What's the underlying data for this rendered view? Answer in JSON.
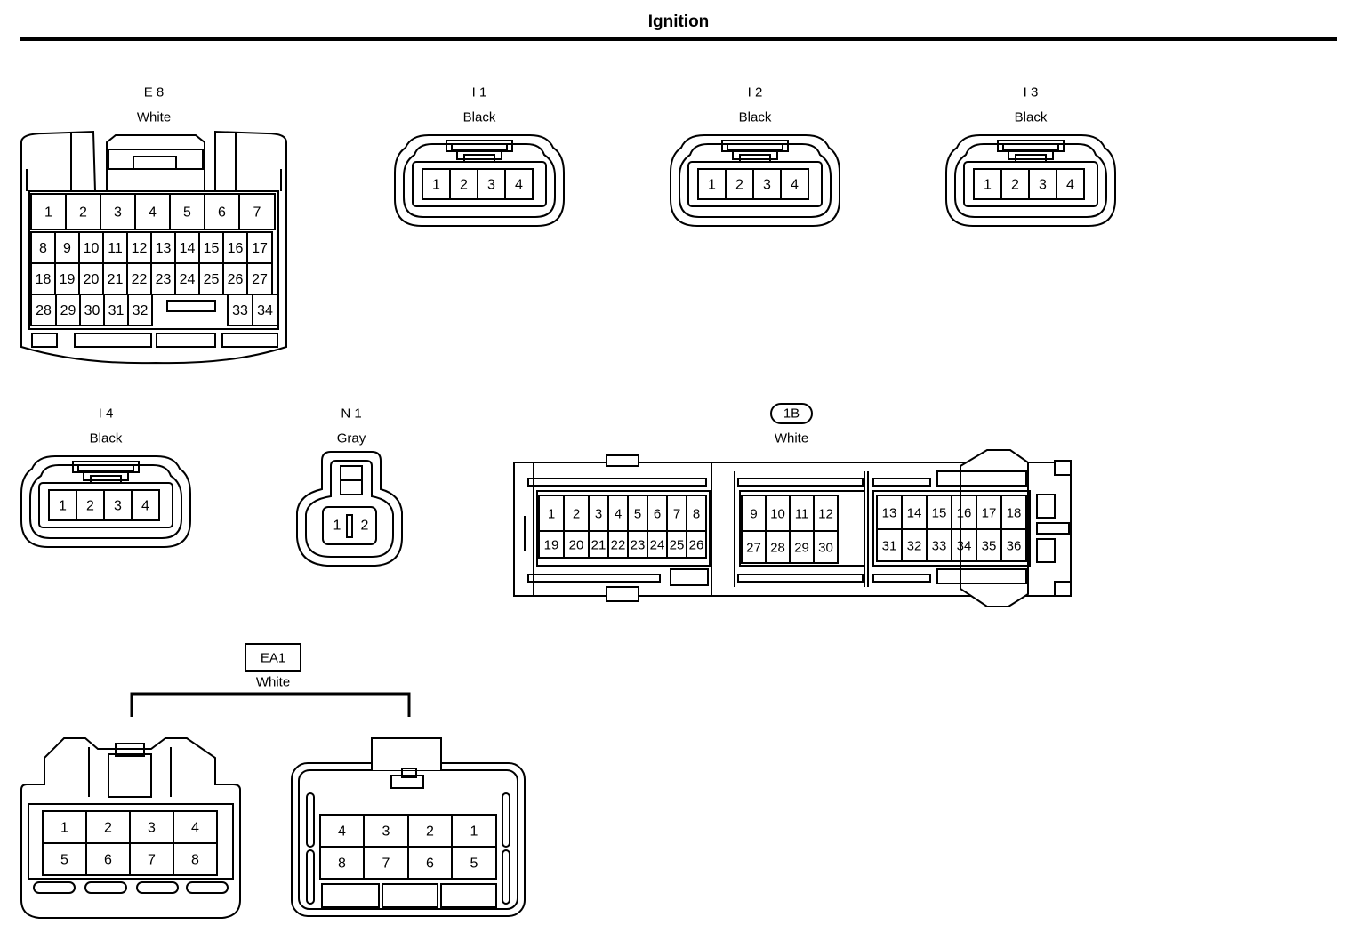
{
  "title": "Ignition",
  "connectors": [
    {
      "id": "E8",
      "code": "E 8",
      "color": "White",
      "type": "34-pin"
    },
    {
      "id": "I1",
      "code": "I 1",
      "color": "Black",
      "type": "4-pin",
      "pins": [
        "1",
        "2",
        "3",
        "4"
      ]
    },
    {
      "id": "I2",
      "code": "I 2",
      "color": "Black",
      "type": "4-pin",
      "pins": [
        "1",
        "2",
        "3",
        "4"
      ]
    },
    {
      "id": "I3",
      "code": "I 3",
      "color": "Black",
      "type": "4-pin",
      "pins": [
        "1",
        "2",
        "3",
        "4"
      ]
    },
    {
      "id": "I4",
      "code": "I 4",
      "color": "Black",
      "type": "4-pin",
      "pins": [
        "1",
        "2",
        "3",
        "4"
      ]
    },
    {
      "id": "N1",
      "code": "N 1",
      "color": "Gray",
      "type": "2-pin",
      "pins": [
        "1",
        "2"
      ]
    },
    {
      "id": "1B",
      "code": "1B",
      "color": "White",
      "type": "36-pin",
      "code_style": "rounded-box"
    },
    {
      "id": "EA1",
      "code": "EA1",
      "color": "White",
      "type": "8-pin pair",
      "code_style": "box",
      "left_pins": [
        [
          "1",
          "2",
          "3",
          "4"
        ],
        [
          "5",
          "6",
          "7",
          "8"
        ]
      ],
      "right_pins": [
        [
          "4",
          "3",
          "2",
          "1"
        ],
        [
          "8",
          "7",
          "6",
          "5"
        ]
      ]
    }
  ],
  "e8_rows": [
    [
      "1",
      "2",
      "3",
      "4",
      "5",
      "6",
      "7"
    ],
    [
      "8",
      "9",
      "10",
      "11",
      "12",
      "13",
      "14",
      "15",
      "16",
      "17"
    ],
    [
      "18",
      "19",
      "20",
      "21",
      "22",
      "23",
      "24",
      "25",
      "26",
      "27"
    ],
    [
      "28",
      "29",
      "30",
      "31",
      "32",
      "33",
      "34"
    ]
  ],
  "c1b_groups": [
    {
      "top": [
        "1",
        "2",
        "3",
        "4",
        "5",
        "6",
        "7",
        "8"
      ],
      "bottom": [
        "19",
        "20",
        "21",
        "22",
        "23",
        "24",
        "25",
        "26"
      ]
    },
    {
      "top": [
        "9",
        "10",
        "11",
        "12"
      ],
      "bottom": [
        "27",
        "28",
        "29",
        "30"
      ]
    },
    {
      "top": [
        "13",
        "14",
        "15",
        "16",
        "17",
        "18"
      ],
      "bottom": [
        "31",
        "32",
        "33",
        "34",
        "35",
        "36"
      ]
    }
  ]
}
